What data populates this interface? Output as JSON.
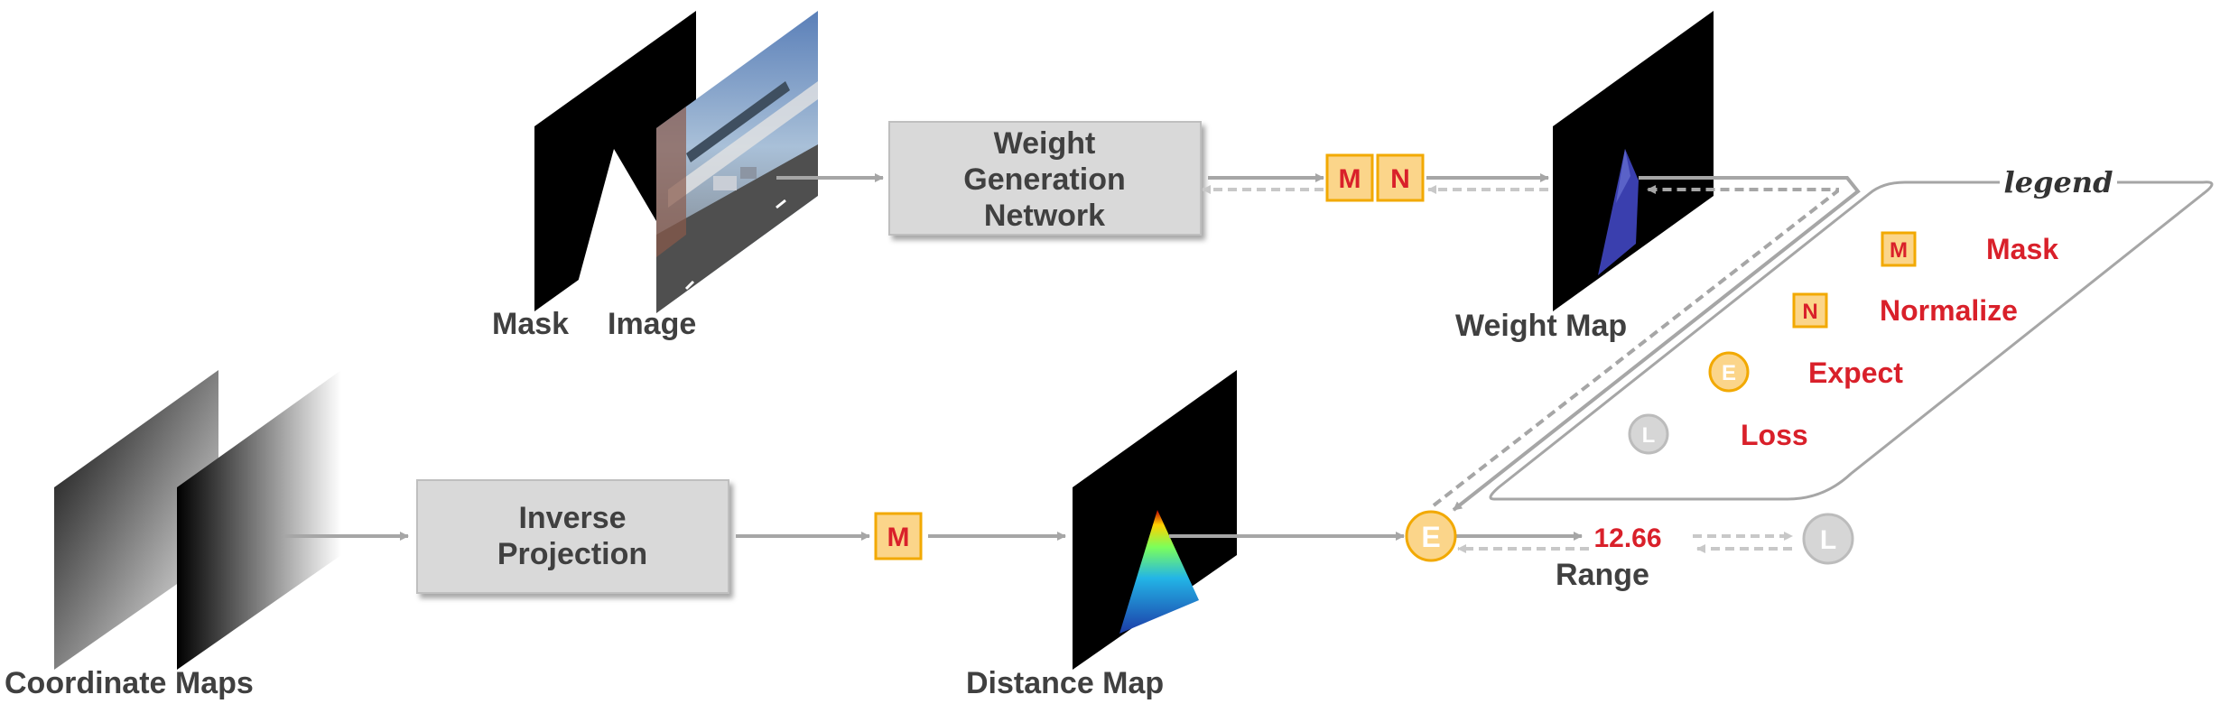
{
  "labels": {
    "mask": "Mask",
    "image": "Image",
    "weight_map": "Weight Map",
    "coordinate_maps": "Coordinate Maps",
    "distance_map": "Distance Map",
    "range": "Range",
    "range_value": "12.66"
  },
  "boxes": {
    "weight_generation_network": [
      "Weight",
      "Generation",
      "Network"
    ],
    "inverse_projection": [
      "Inverse",
      "Projection"
    ]
  },
  "badges": {
    "mask_symbol": "M",
    "normalize_symbol": "N",
    "expect_symbol": "E",
    "loss_symbol": "L"
  },
  "legend": {
    "title": "legend",
    "items": [
      {
        "symbol": "M",
        "label": "Mask"
      },
      {
        "symbol": "N",
        "label": "Normalize"
      },
      {
        "symbol": "E",
        "label": "Expect"
      },
      {
        "symbol": "L",
        "label": "Loss"
      }
    ]
  },
  "colors": {
    "arrow": "#a6a6a6",
    "box_fill": "#d9d9d9",
    "badge_fill": "#fbd58a",
    "badge_border": "#f2a900",
    "badge_text": "#d9202a",
    "legend_text": "#d9202a",
    "loss_fill": "#d6d6d6"
  }
}
